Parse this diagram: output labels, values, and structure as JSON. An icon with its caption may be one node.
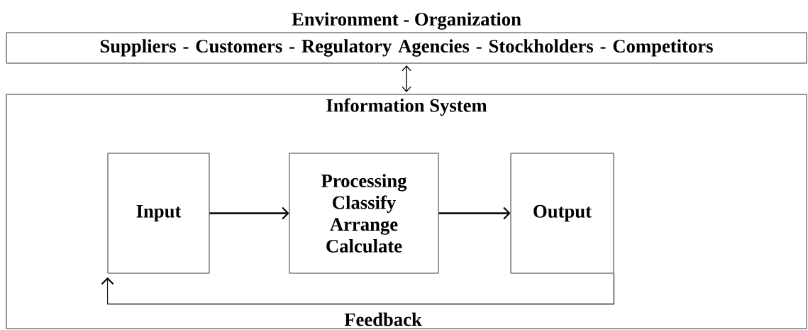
{
  "diagram": {
    "nodes": [
      {
        "text": [
          "Environment - Organization",
          "Suppliers - Customers - Regulatory Agencies - Stockholders - Competitors"
        ]
      },
      {
        "text": [
          "Information System"
        ]
      },
      {
        "text": [
          "Input"
        ],
        "in": 1
      },
      {
        "text": [
          "Processing",
          "Classify Arrange Calculate"
        ],
        "in": 1
      },
      {
        "text": [
          "Output"
        ],
        "in": 1
      }
    ],
    "edges": [
      {
        "from": 0,
        "to": 1,
        "arrow": "both"
      },
      {
        "from": 2,
        "to": 3,
        "arrow": "to"
      },
      {
        "from": 3,
        "to": 4,
        "arrow": "to"
      },
      {
        "from": 4,
        "to": 2,
        "arrow": "to",
        "label": "Feedback"
      }
    ]
  }
}
